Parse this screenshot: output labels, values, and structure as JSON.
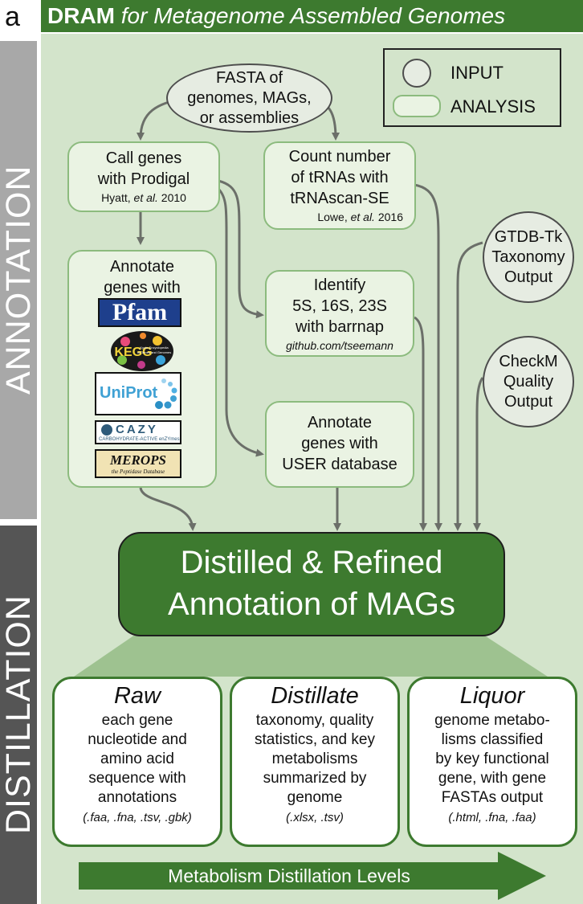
{
  "panel_letter": "a",
  "header": {
    "bold": "DRAM",
    "italic": "for Metagenome Assembled Genomes"
  },
  "sections": {
    "annotation": "ANNOTATION",
    "distillation": "DISTILLATION"
  },
  "legend": {
    "input": "INPUT",
    "analysis": "ANALYSIS"
  },
  "nodes": {
    "fasta": [
      "FASTA of",
      "genomes, MAGs,",
      "or assemblies"
    ],
    "prodigal": {
      "lines": [
        "Call genes",
        "with Prodigal"
      ],
      "cite_a": "Hyatt, ",
      "cite_i": "et al.",
      "cite_b": " 2010"
    },
    "trnascan": {
      "lines": [
        "Count number",
        "of tRNAs with",
        "tRNAscan-SE"
      ],
      "cite_a": "Lowe, ",
      "cite_i": "et al.",
      "cite_b": " 2016"
    },
    "annotate": [
      "Annotate",
      "genes with"
    ],
    "barrnap": {
      "lines": [
        "Identify",
        "5S, 16S, 23S",
        "with barrnap"
      ],
      "cite": "github.com/tseemann"
    },
    "userdb": [
      "Annotate",
      "genes with",
      "USER database"
    ],
    "gtdb": [
      "GTDB-Tk",
      "Taxonomy",
      "Output"
    ],
    "checkm": [
      "CheckM",
      "Quality",
      "Output"
    ],
    "distilled": [
      "Distilled & Refined",
      "Annotation of MAGs"
    ]
  },
  "databases": {
    "pfam": "Pfam",
    "kegg": "KEGG",
    "kegg_sub": [
      "Kyoto Encyclopedia",
      "of Genes and Genomes"
    ],
    "uniprot": "UniProt",
    "cazy": "CAZY",
    "cazy_sub": "CARBOHYDRATE-ACTIVE enZYmes",
    "merops": "MEROPS",
    "merops_sub": "the Peptidase Database"
  },
  "levels": [
    {
      "title": "Raw",
      "lines": [
        "each gene",
        "nucleotide and",
        "amino acid",
        "sequence with",
        "annotations"
      ],
      "ext": "(.faa, .fna, .tsv, .gbk)"
    },
    {
      "title": "Distillate",
      "lines": [
        "taxonomy, quality",
        "statistics, and key",
        "metabolisms",
        "summarized by",
        "genome"
      ],
      "ext": "(.xlsx, .tsv)"
    },
    {
      "title": "Liquor",
      "lines": [
        "genome metabo-",
        "lisms classified",
        "by key functional",
        "gene, with gene",
        "FASTAs output"
      ],
      "ext": "(.html, .fna, .faa)"
    }
  ],
  "arrow_label": "Metabolism Distillation Levels",
  "colors": {
    "dark_green": "#3d7a2f",
    "panel_green": "#d3e4cb",
    "box_fill": "#eaf3e3",
    "box_border": "#8cbb7e",
    "side_annotation": "#a8a8a8",
    "side_distillation": "#555555"
  }
}
